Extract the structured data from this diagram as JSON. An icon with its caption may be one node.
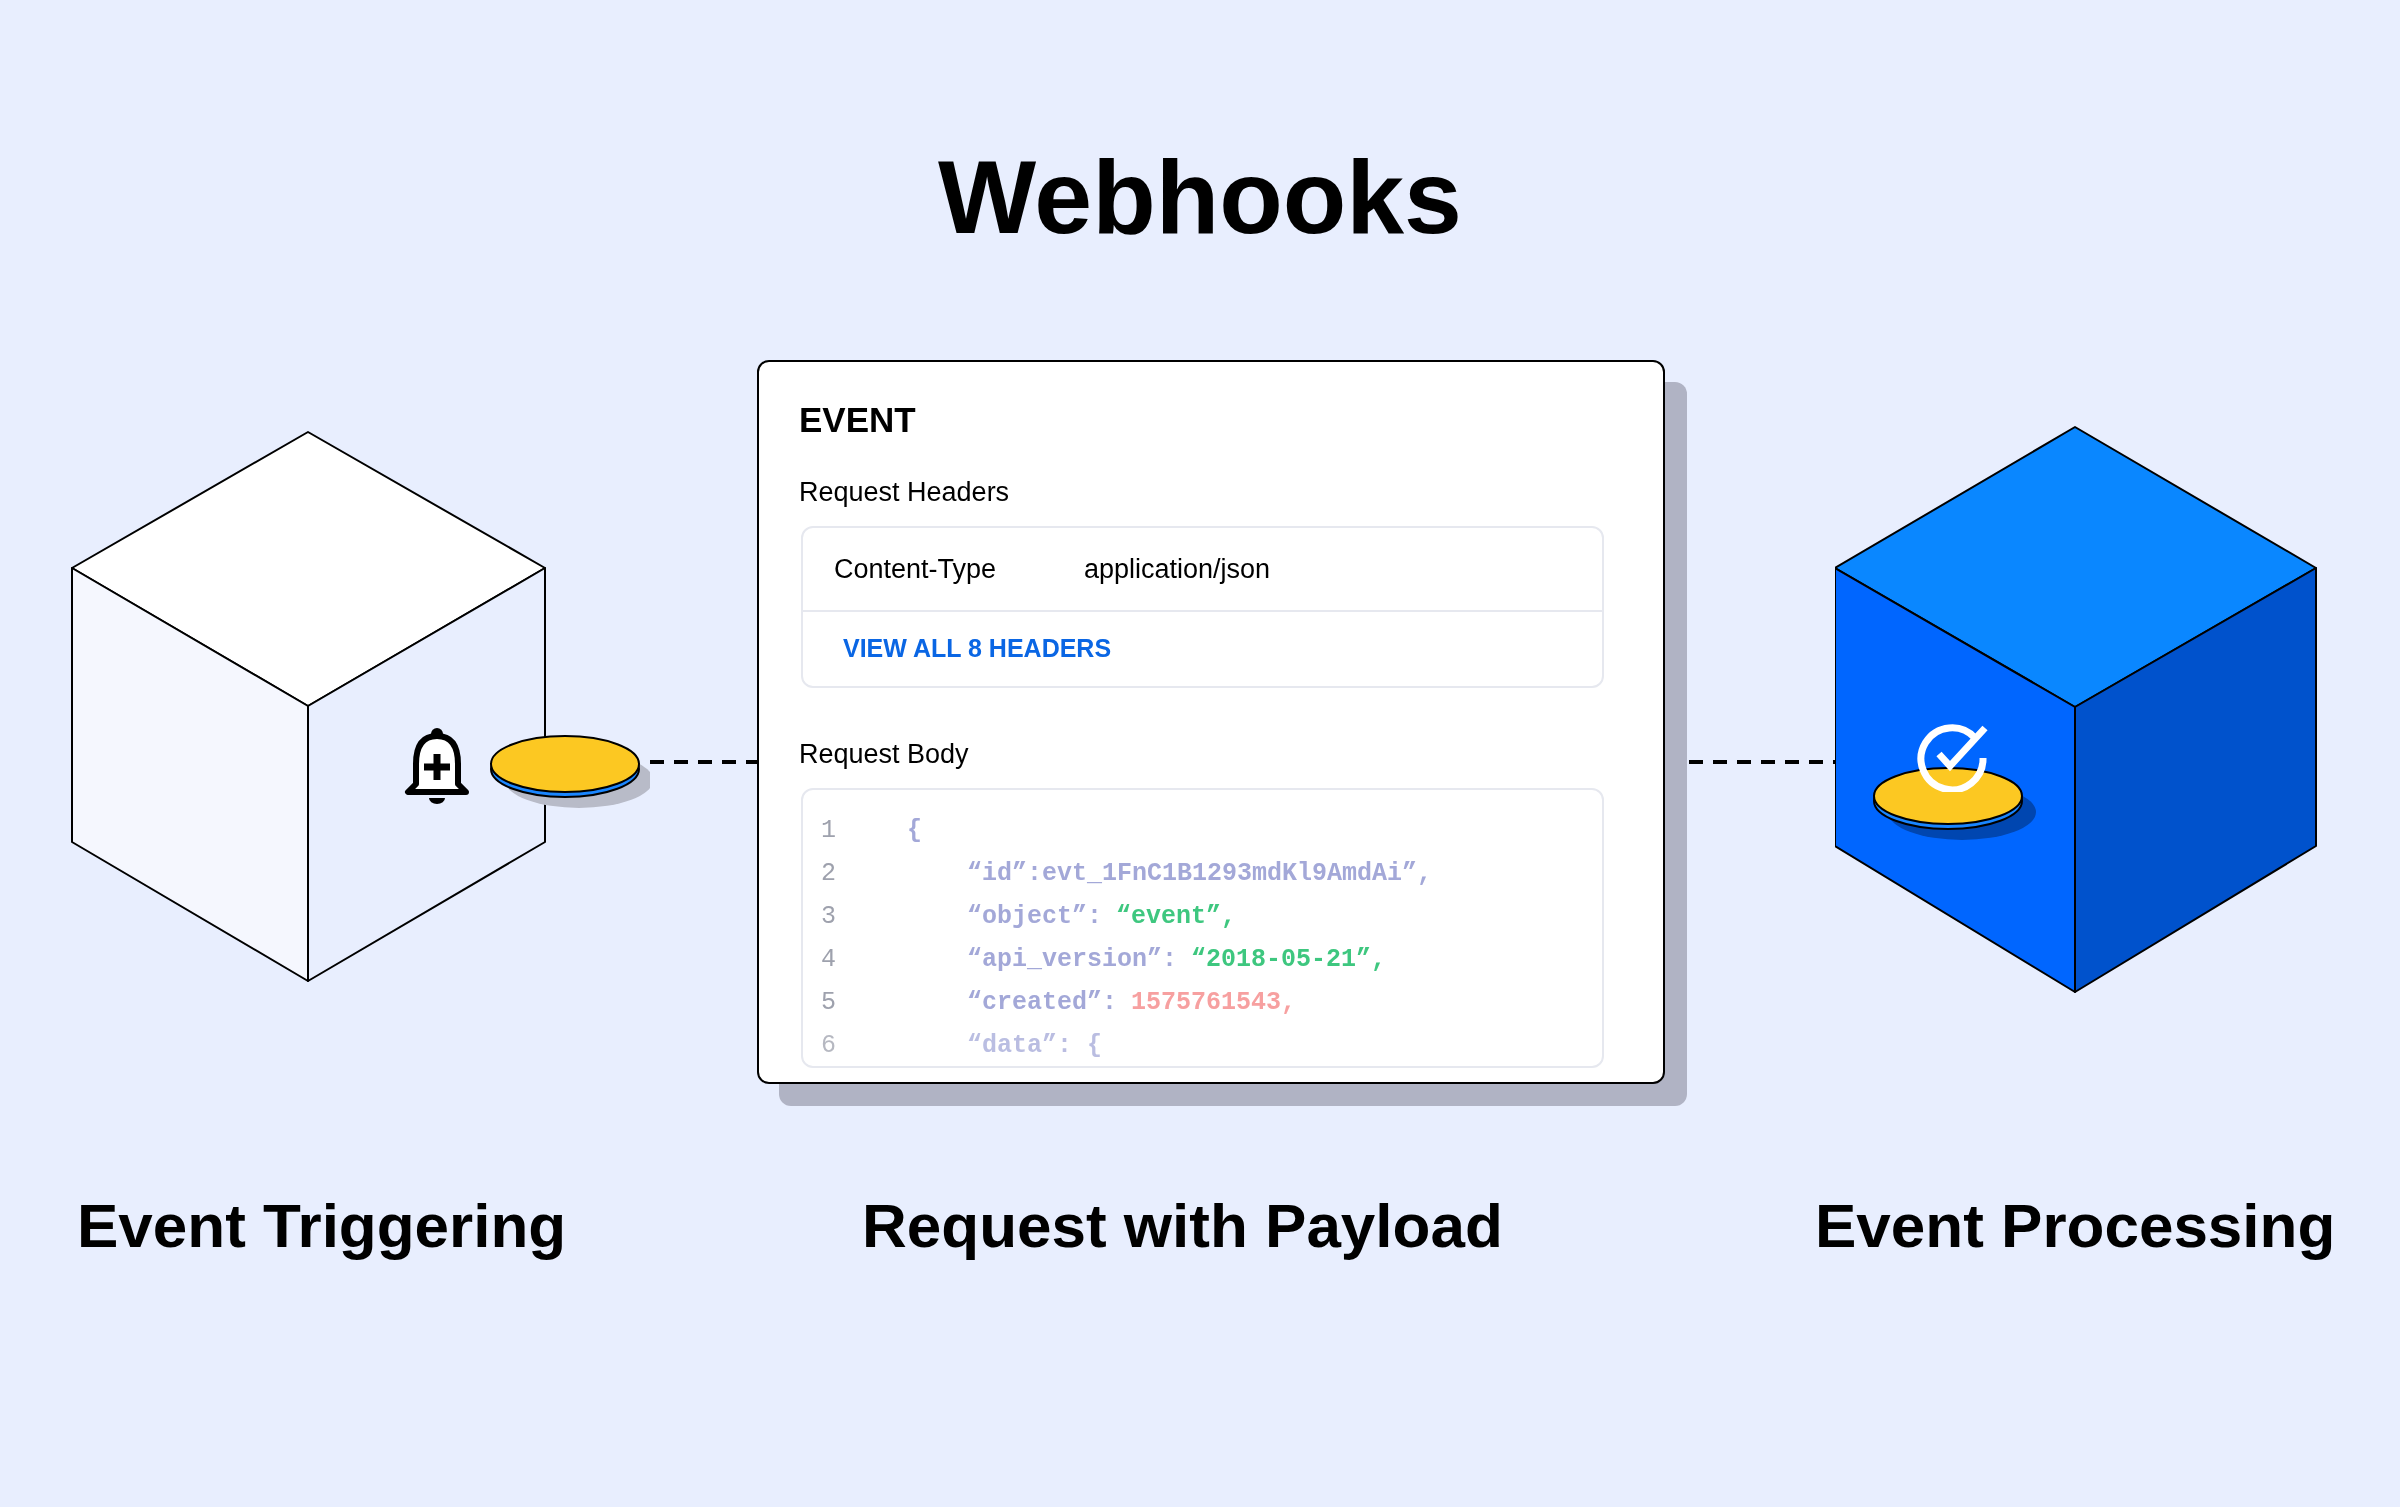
{
  "diagram": {
    "title": "Webhooks",
    "nodes": [
      {
        "text": [],
        "shape": "cube",
        "beside": [
          "Event Triggering"
        ]
      },
      {
        "text": [
          "EVENT",
          "Request Headers",
          "Request Body"
        ],
        "beside": [
          "Request with Payload"
        ]
      },
      {
        "text": [
          "Content-Type",
          "application/json",
          "VIEW ALL 8 HEADERS"
        ],
        "in": 1
      },
      {
        "text": [
          "1",
          "{",
          "2",
          "“id”:evt_1FnC1B1293mdKl9AmdAi”,",
          "3",
          "“object”:",
          "“event”,",
          "4",
          "“api_version”:",
          "“2018-05-21”,",
          "5",
          "“created”:",
          "1575761543,",
          "6",
          "“data”: {"
        ],
        "in": 1
      },
      {
        "text": [],
        "shape": "cube",
        "beside": [
          "Event Processing"
        ]
      }
    ],
    "edges": [
      {
        "from": 0,
        "to": 1,
        "arrow": "none",
        "style": "dashed"
      },
      {
        "from": 1,
        "to": 4,
        "arrow": "none",
        "style": "dashed"
      }
    ]
  }
}
